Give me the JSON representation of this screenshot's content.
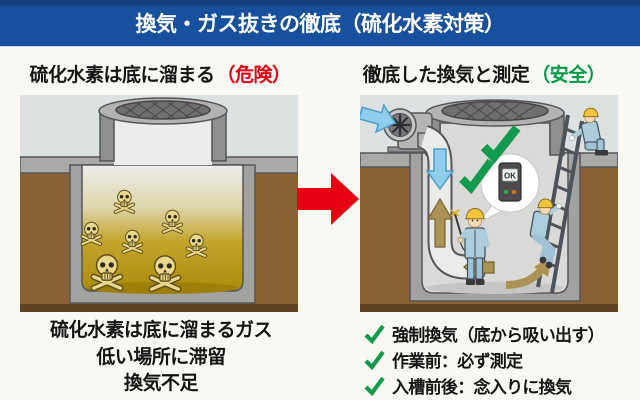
{
  "header": {
    "title": "換気・ガス抜きの徹底（硫化水素対策）"
  },
  "left_panel": {
    "heading": "硫化水素は底に溜まる",
    "heading_tag": "（危険）",
    "notes": [
      "硫化水素は底に溜まるガス",
      "低い場所に滞留",
      "換気不足"
    ]
  },
  "right_panel": {
    "heading": "徹底した換気と測定",
    "heading_tag": "（安全）",
    "checklist": [
      "強制換気（底から吸い出す）",
      "作業前：必ず測定",
      "入槽前後：念入りに換気"
    ],
    "detector_label": "OK"
  },
  "colors": {
    "header_bg": "#17509d",
    "danger_red": "#e60012",
    "safety_green": "#009a47",
    "gas_amber": "#b0900c",
    "air_blue": "#8ecdec",
    "earth_brown": "#8a6134"
  }
}
